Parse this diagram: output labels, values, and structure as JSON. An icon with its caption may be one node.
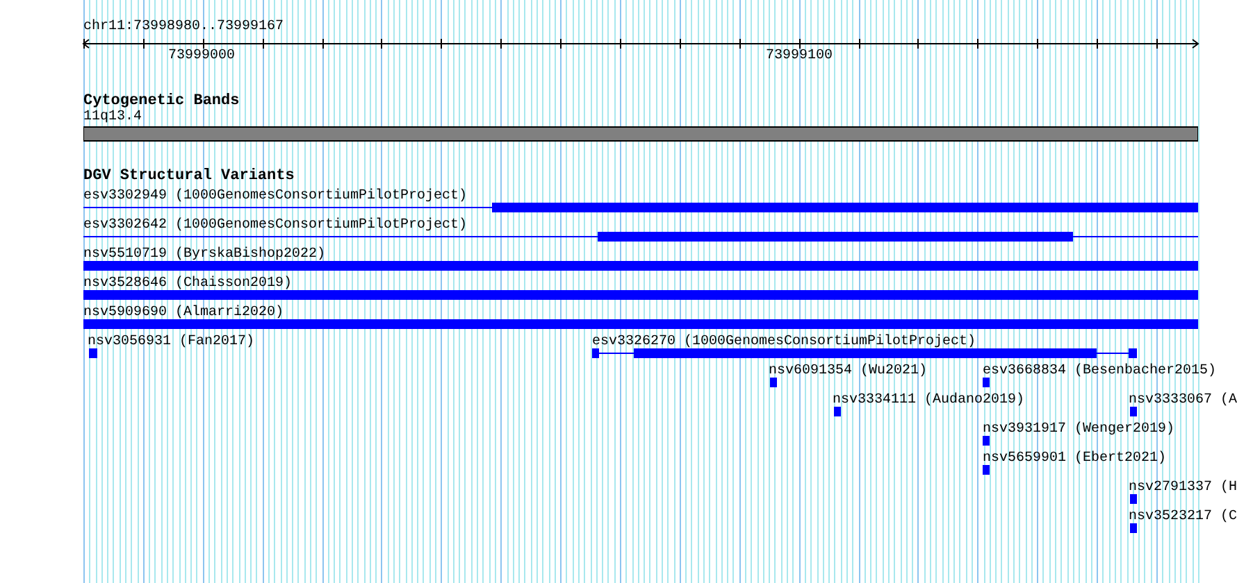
{
  "diagram": {
    "nodes": [
      {
        "text": [
          "11q13.4"
        ]
      },
      {
        "text": [
          "esv3302949 (1000GenomesConsortiumPilotProject)"
        ]
      },
      {
        "text": [
          "esv3302642 (1000GenomesConsortiumPilotProject)"
        ]
      },
      {
        "text": [
          "nsv5510719 (ByrskaBishop2022)"
        ]
      },
      {
        "text": [
          "nsv3528646 (Chaisson2019)"
        ]
      },
      {
        "text": [
          "nsv5909690 (Almarri2020)"
        ]
      },
      {
        "text": [
          "nsv3056931 (Fan2017)"
        ]
      },
      {
        "text": [
          "esv3326270 (1000GenomesConsortiumPilotProject)"
        ]
      },
      {
        "text": [
          "nsv6091354 (Wu2021)"
        ]
      },
      {
        "text": [
          "esv3668834 (Besenbacher2015)"
        ]
      },
      {
        "text": [
          "nsv3334111 (Audano2019)"
        ]
      },
      {
        "text": [
          "nsv3333067 (A"
        ]
      },
      {
        "text": [
          "nsv3931917 (Wenger2019)"
        ]
      },
      {
        "text": [
          "nsv5659901 (Ebert2021)"
        ]
      },
      {
        "text": [
          "nsv2791337 (H"
        ]
      },
      {
        "text": [
          "nsv3523217 (C"
        ]
      }
    ],
    "labels": [
      "chr11:73998980..73999167",
      "73999000",
      "73999100",
      "Cytogenetic Bands",
      "DGV Structural Variants"
    ]
  }
}
